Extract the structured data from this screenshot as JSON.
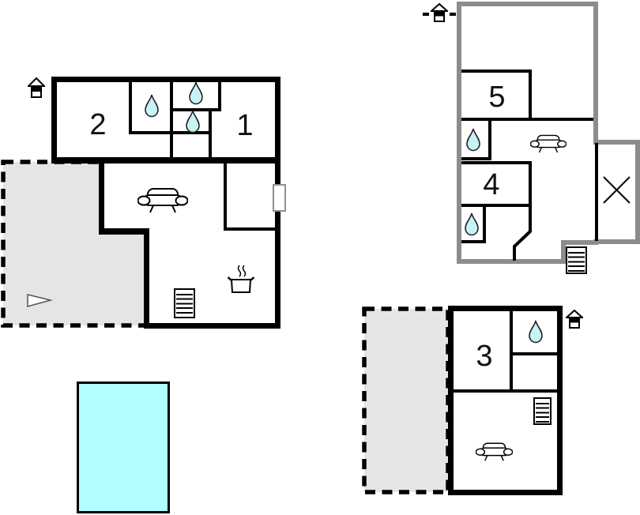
{
  "page": {
    "title": "Holiday home floor plan"
  },
  "colors": {
    "wall": "#000000",
    "wall_gray": "#8c8c8c",
    "terrace_fill": "#e5e5e5",
    "pool_fill": "#b2fdff",
    "drop_fill": "#c7f3f5"
  },
  "buildings": [
    {
      "id": "building-1",
      "rooms": [
        {
          "label": "2"
        },
        {
          "label": "1"
        }
      ],
      "icons": [
        "entrance-house",
        "water-drop",
        "water-drop",
        "water-drop",
        "sofa",
        "stairs",
        "pot-with-steam",
        "door-opening",
        "terrace-dashed",
        "triangle-marker"
      ]
    },
    {
      "id": "building-2",
      "rooms": [
        {
          "label": "5"
        },
        {
          "label": "4"
        }
      ],
      "icons": [
        "entrance-house",
        "water-drop",
        "water-drop",
        "sofa",
        "stairs",
        "cross-area"
      ]
    },
    {
      "id": "building-3",
      "rooms": [
        {
          "label": "3"
        }
      ],
      "icons": [
        "entrance-house",
        "water-drop",
        "sofa",
        "stairs",
        "terrace-dashed"
      ]
    }
  ],
  "pool": {
    "type": "swimming-pool"
  }
}
